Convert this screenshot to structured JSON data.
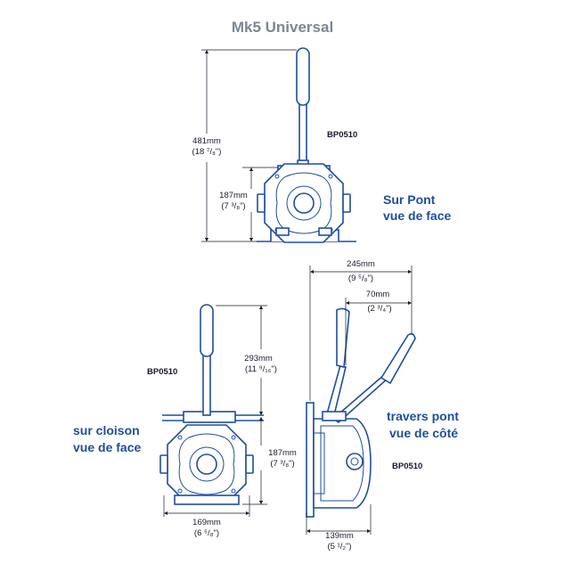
{
  "title": "Mk5 Universal",
  "colors": {
    "outline": "#1f4e9a",
    "title": "#7a8796",
    "text": "#1a1a2e"
  },
  "views": {
    "deck_front": {
      "label_line1": "Sur Pont",
      "label_line2": "vue de face",
      "code": "BP0510",
      "height_total": "481mm",
      "height_total_in": "(18 ⁷/₈\")",
      "height_body": "187mm",
      "height_body_in": "(7 ³/₈\")"
    },
    "bulkhead_front": {
      "label_line1": "sur cloison",
      "label_line2": "vue de face",
      "code": "BP0510",
      "height_handle": "293mm",
      "height_handle_in": "(11 ⁹/₁₆\")",
      "height_body": "187mm",
      "height_body_in": "(7 ³/₈\")",
      "width": "169mm",
      "width_in": "(6 ⁵/₈\")"
    },
    "through_deck_side": {
      "label_line1": "travers pont",
      "label_line2": "vue de côté",
      "code": "BP0510",
      "width_total": "245mm",
      "width_total_in": "(9 ⁵/₈\")",
      "width_offset": "70mm",
      "width_offset_in": "(2 ³/₄\")",
      "width_base": "139mm",
      "width_base_in": "(5 ¹/₂\")"
    }
  }
}
